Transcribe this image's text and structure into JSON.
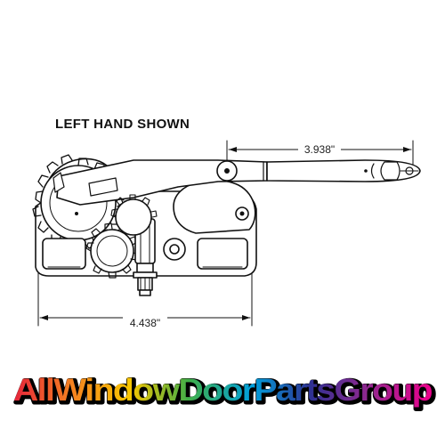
{
  "caption": "LEFT HAND SHOWN",
  "dimensions": {
    "arm_length": "3.938\"",
    "body_width": "4.438\""
  },
  "brand": {
    "text": "AllWindowDoorPartsGroup",
    "colors": [
      "#e5243b",
      "#f58220",
      "#f7c600",
      "#3fae49",
      "#00a0dc",
      "#2e3192",
      "#92278f",
      "#ec008c"
    ]
  },
  "colors": {
    "line": "#111111",
    "fill": "#ffffff"
  }
}
